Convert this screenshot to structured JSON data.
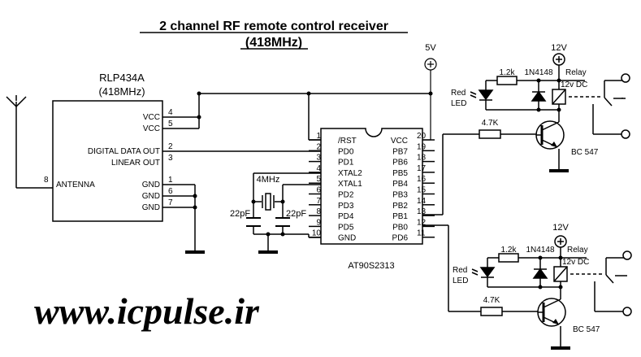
{
  "title": {
    "line1": "2 channel RF remote control receiver",
    "line2": "(418MHz)"
  },
  "rf_module": {
    "name": "RLP434A",
    "freq": "(418MHz)",
    "pins": [
      {
        "label": "VCC",
        "num": "4"
      },
      {
        "label": "VCC",
        "num": "5"
      },
      {
        "label": "DIGITAL DATA OUT",
        "num": "2"
      },
      {
        "label": "LINEAR OUT",
        "num": "3"
      },
      {
        "label": "ANTENNA",
        "num": "8"
      },
      {
        "label": "GND",
        "num": "1"
      },
      {
        "label": "GND",
        "num": "6"
      },
      {
        "label": "GND",
        "num": "7"
      }
    ]
  },
  "mcu": {
    "name": "AT90S2313",
    "left_pins": [
      {
        "label": "/RST",
        "num": "1"
      },
      {
        "label": "PD0",
        "num": "2"
      },
      {
        "label": "PD1",
        "num": "3"
      },
      {
        "label": "XTAL2",
        "num": "4"
      },
      {
        "label": "XTAL1",
        "num": "5"
      },
      {
        "label": "PD2",
        "num": "6"
      },
      {
        "label": "PD3",
        "num": "7"
      },
      {
        "label": "PD4",
        "num": "8"
      },
      {
        "label": "PD5",
        "num": "9"
      },
      {
        "label": "GND",
        "num": "10"
      }
    ],
    "right_pins": [
      {
        "label": "VCC",
        "num": "20"
      },
      {
        "label": "PB7",
        "num": "19"
      },
      {
        "label": "PB6",
        "num": "18"
      },
      {
        "label": "PB5",
        "num": "17"
      },
      {
        "label": "PB4",
        "num": "16"
      },
      {
        "label": "PB3",
        "num": "15"
      },
      {
        "label": "PB2",
        "num": "14"
      },
      {
        "label": "PB1",
        "num": "13"
      },
      {
        "label": "PB0",
        "num": "12"
      },
      {
        "label": "PD6",
        "num": "11"
      }
    ]
  },
  "supply": {
    "v5": "5V",
    "v12": "12V"
  },
  "crystal": {
    "freq": "4MHz",
    "cap": "22pF"
  },
  "channel": {
    "resistor_led": "1.2k",
    "diode": "1N4148",
    "relay_line1": "Relay",
    "relay_line2": "12v DC",
    "led_line1": "Red",
    "led_line2": "LED",
    "base_resistor": "4.7K",
    "transistor": "BC 547"
  },
  "watermark": "www.icpulse.ir"
}
